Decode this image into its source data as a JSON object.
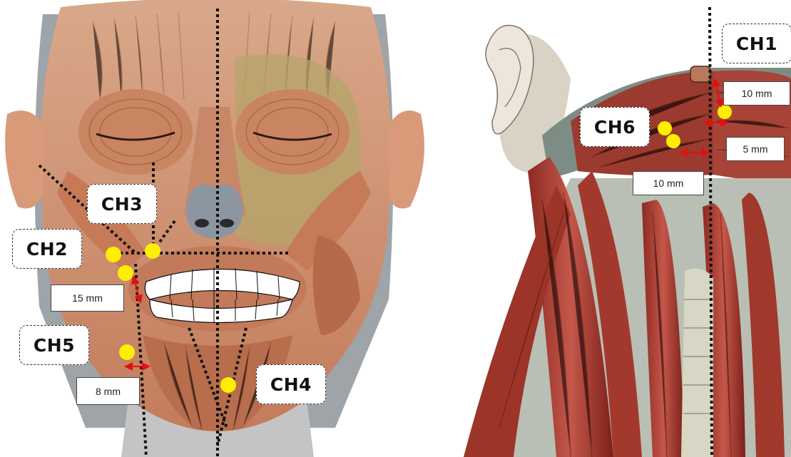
{
  "channels": {
    "ch1": "CH1",
    "ch2": "CH2",
    "ch3": "CH3",
    "ch4": "CH4",
    "ch5": "CH5",
    "ch6": "CH6"
  },
  "distances": {
    "ch2_15mm": "15 mm",
    "ch5_8mm": "8 mm",
    "ch1_10mm": "10 mm",
    "ch1_5mm": "5 mm",
    "ch6_10mm": "10  mm"
  },
  "colors": {
    "electrode": "#ffee00",
    "arrow": "#e01010",
    "guide_line": "#111111"
  }
}
